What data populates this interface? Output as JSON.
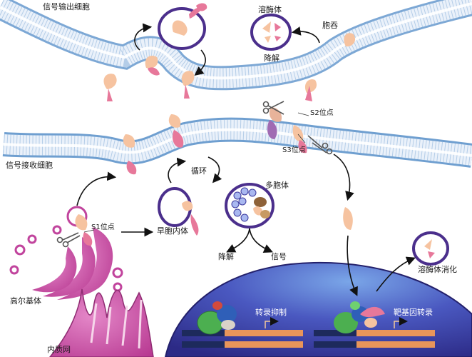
{
  "labels": {
    "sending_cell": "信号输出细胞",
    "receiving_cell": "信号接收细胞",
    "lysosome_degradation_title": "溶酶体",
    "lysosome_degradation_sub": "降解",
    "endocytosis": "胞吞",
    "s2_site": "S2位点",
    "s3_site": "S3位点",
    "recycling": "循环",
    "multivesicular_body": "多胞体",
    "s1_site": "S1位点",
    "early_endosome": "早胞内体",
    "degradation": "降解",
    "signal": "信号",
    "lysosome_digestion": "溶酶体消化",
    "golgi": "高尔基体",
    "er": "内质网",
    "transcription_repression": "转录抑制",
    "target_gene_transcription": "靶基因转录"
  },
  "colors": {
    "membrane_head": "#6f9fd0",
    "membrane_tail": "#c9dcef",
    "vesicle_ring": "#4b2f8c",
    "golgi": "#c1449d",
    "nucleus": "#3d3a9e",
    "dna_orange": "#e8955a",
    "dna_navy": "#1d2a5c",
    "protein_peach": "#f6c3a0",
    "protein_pink": "#e7789a",
    "scissors": "#555555"
  }
}
